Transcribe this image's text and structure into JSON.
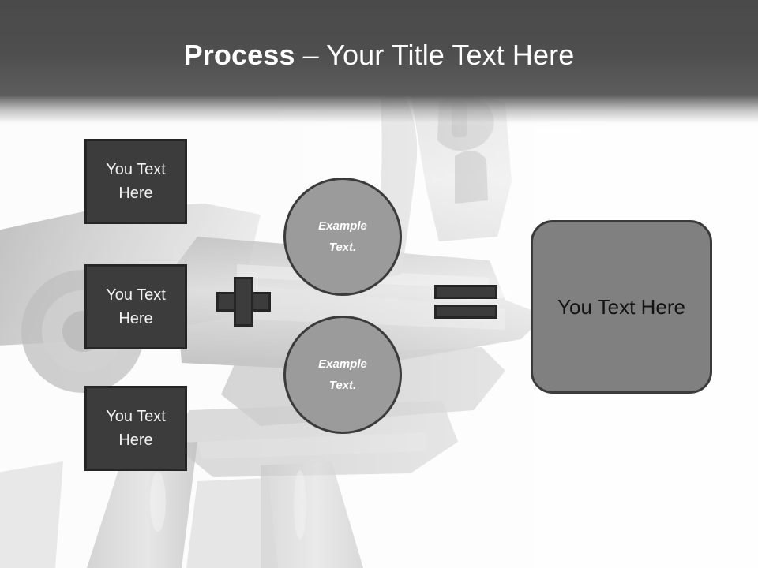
{
  "slide": {
    "title": {
      "bold_part": "Process",
      "regular_part": " – Your Title Text Here"
    },
    "header_color": "#4e4e4e",
    "background_description": "faded grayscale photograph of a mounted machine gun on a tripod"
  },
  "diagram": {
    "steps": [
      {
        "label": "You Text\nHere"
      },
      {
        "label": "You Text\nHere"
      },
      {
        "label": "You Text\nHere"
      }
    ],
    "operator_plus": "+",
    "circles": [
      {
        "label": "Example\nText."
      },
      {
        "label": "Example\nText."
      }
    ],
    "operator_equals": "=",
    "result": {
      "label": "You Text Here"
    },
    "colors": {
      "step_fill": "#3c3c3c",
      "step_border": "#262626",
      "step_text": "#f2f2f2",
      "circle_fill": "#9b9b9b",
      "circle_border": "#3b3b3b",
      "circle_text": "#ffffff",
      "result_fill": "#808080",
      "result_border": "#3b3b3b",
      "result_text": "#121212",
      "title_text": "#ffffff"
    }
  }
}
